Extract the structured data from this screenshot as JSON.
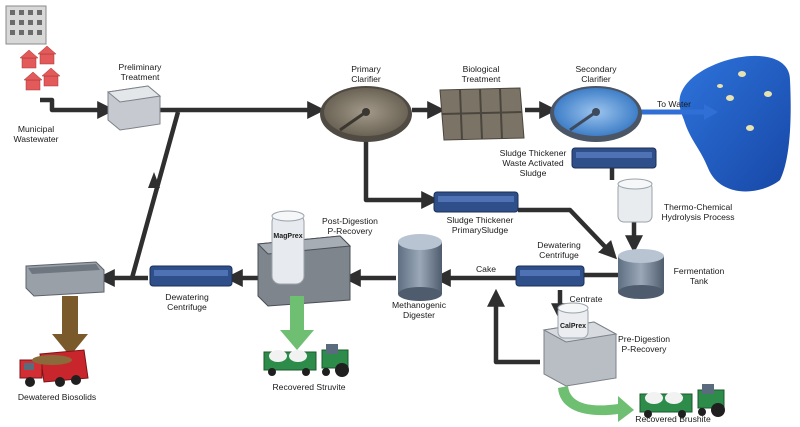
{
  "labels": {
    "municipal": [
      "Municipal",
      "Wastewater"
    ],
    "preliminary": [
      "Preliminary",
      "Treatment"
    ],
    "primary_clarifier": [
      "Primary",
      "Clarifier"
    ],
    "biological": [
      "Biological",
      "Treatment"
    ],
    "secondary_clarifier": [
      "Secondary",
      "Clarifier"
    ],
    "to_water": "To Water",
    "sludge_thickener_was": [
      "Sludge Thickener",
      "Waste Activated",
      "Sludge"
    ],
    "thermo_chemical": [
      "Thermo-Chemical",
      "Hydrolysis Process"
    ],
    "sludge_thickener_primary": [
      "Sludge Thickener",
      "PrimarySludge"
    ],
    "post_digestion": [
      "Post-Digestion",
      "P-Recovery"
    ],
    "dewatering_centrifuge_right": [
      "Dewatering",
      "Centrifuge"
    ],
    "cake": "Cake",
    "fermentation_tank": [
      "Fermentation",
      "Tank"
    ],
    "dewatering_centrifuge_left": [
      "Dewatering",
      "Centrifuge"
    ],
    "methanogenic_digester": [
      "Methanogenic",
      "Digester"
    ],
    "centrate": "Centrate",
    "pre_digestion": [
      "Pre-Digestion",
      "P-Recovery"
    ],
    "dewatered_biosolids": "Dewatered Biosolids",
    "recovered_struvite": "Recovered Struvite",
    "recovered_brushite": "Recovered Brushite"
  },
  "equipment_text": {
    "magprex": "MagPrex",
    "calprex": "CalPrex"
  },
  "colors": {
    "pipe": "#2f2f2f",
    "water": "#1f5fc9",
    "water_arrow": "#2f6fd6",
    "product_arrow": "#6fbf73",
    "biosolids_arrow": "#7a5a2a",
    "thickener": "#2e4f8a"
  }
}
